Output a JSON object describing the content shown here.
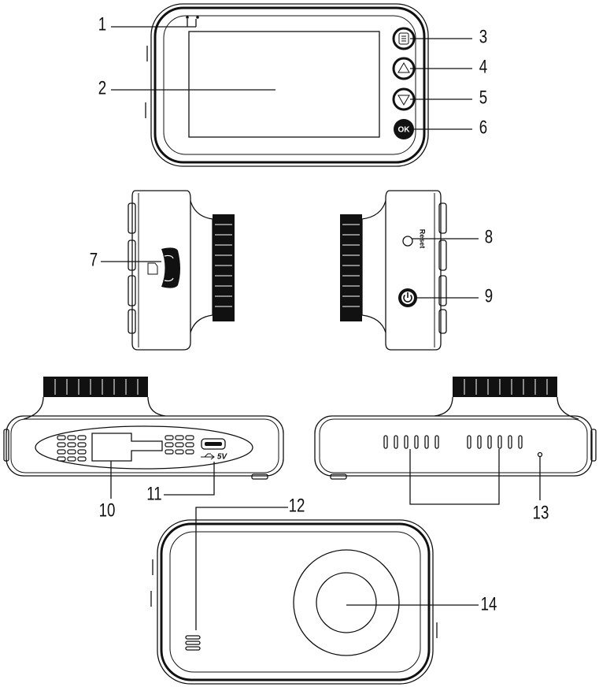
{
  "labels": {
    "n1": "1",
    "n2": "2",
    "n3": "3",
    "n4": "4",
    "n5": "5",
    "n6": "6",
    "n7": "7",
    "n8": "8",
    "n9": "9",
    "n10": "10",
    "n11": "11",
    "n12": "12",
    "n13": "13",
    "n14": "14"
  },
  "device_text": {
    "ok": "OK",
    "reset": "Reset",
    "power_5v": "5V"
  },
  "icons": {
    "menu": "menu-button-icon",
    "up": "up-triangle-icon",
    "down": "down-triangle-icon",
    "power": "power-icon",
    "sd": "sd-card-icon",
    "usb": "usb-icon"
  },
  "colors": {
    "ink": "#111111",
    "paper": "#ffffff"
  }
}
